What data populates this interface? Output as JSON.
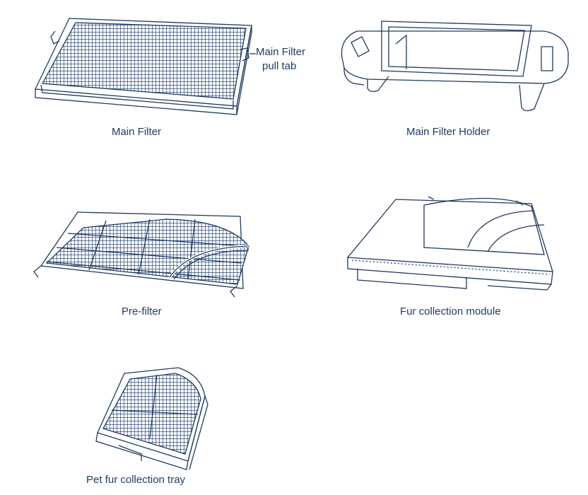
{
  "parts": {
    "main_filter": {
      "caption": "Main Filter",
      "callout_line1": "Main Filter",
      "callout_line2": "pull tab"
    },
    "main_filter_holder": {
      "caption": "Main Filter Holder"
    },
    "pre_filter": {
      "caption": "Pre-filter"
    },
    "fur_collection_module": {
      "caption": "Fur collection module"
    },
    "pet_fur_collection_tray": {
      "caption": "Pet fur collection tray"
    }
  },
  "colors": {
    "line": "#1f3a5f",
    "mesh": "#2d4a7a"
  }
}
